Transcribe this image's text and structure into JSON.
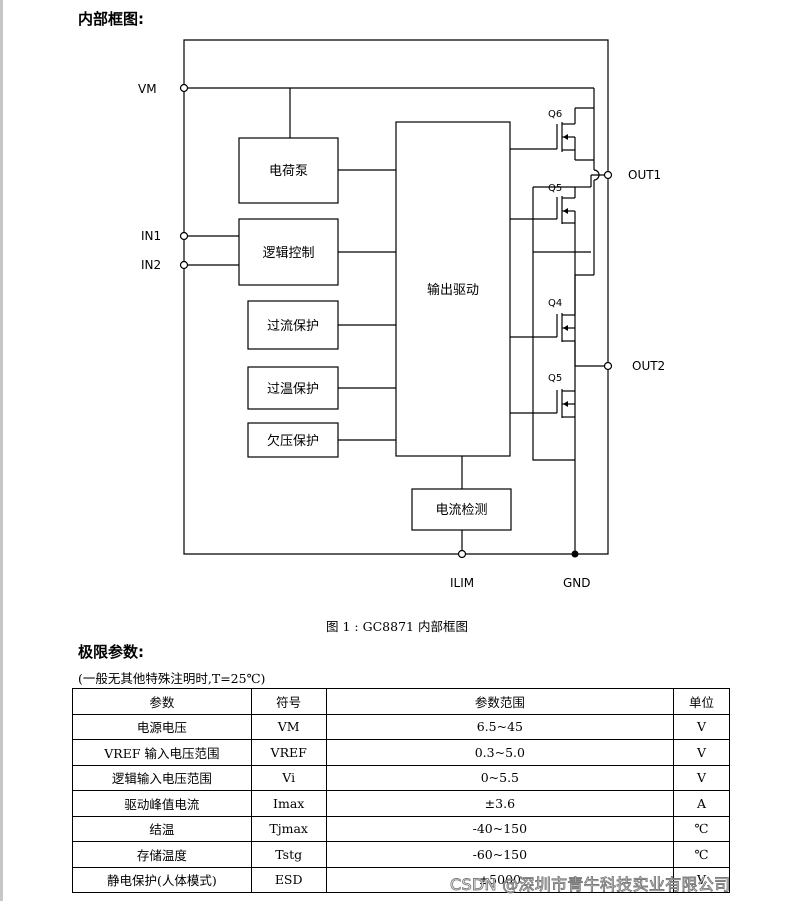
{
  "section1": {
    "title": "内部框图:"
  },
  "diagram": {
    "pins": {
      "vm": "VM",
      "in1": "IN1",
      "in2": "IN2",
      "out1": "OUT1",
      "out2": "OUT2",
      "ilim": "ILIM",
      "gnd": "GND"
    },
    "blocks": {
      "charge_pump": "电荷泵",
      "logic": "逻辑控制",
      "ocp": "过流保护",
      "otp": "过温保护",
      "uvlo": "欠压保护",
      "driver": "输出驱动",
      "current_sense": "电流检测"
    },
    "transistors": {
      "q6": "Q6",
      "q5a": "Q5",
      "q4": "Q4",
      "q5b": "Q5"
    }
  },
  "caption": "图 1 :   GC8871 内部框图",
  "section2": {
    "title": "极限参数:",
    "note": "(一般无其他特殊注明时,T=25℃)"
  },
  "table": {
    "headers": [
      "参数",
      "符号",
      "参数范围",
      "单位"
    ],
    "rows": [
      [
        "电源电压",
        "VM",
        "6.5~45",
        "V"
      ],
      [
        "VREF 输入电压范围",
        "VREF",
        "0.3~5.0",
        "V"
      ],
      [
        "逻辑输入电压范围",
        "Vi",
        "0~5.5",
        "V"
      ],
      [
        "驱动峰值电流",
        "Imax",
        "±3.6",
        "A"
      ],
      [
        "结温",
        "Tjmax",
        "-40~150",
        "℃"
      ],
      [
        "存储温度",
        "Tstg",
        "-60~150",
        "℃"
      ],
      [
        "静电保护(人体模式)",
        "ESD",
        "±5000",
        "V"
      ]
    ]
  },
  "watermark": "CSDN @深圳市青牛科技实业有限公司"
}
